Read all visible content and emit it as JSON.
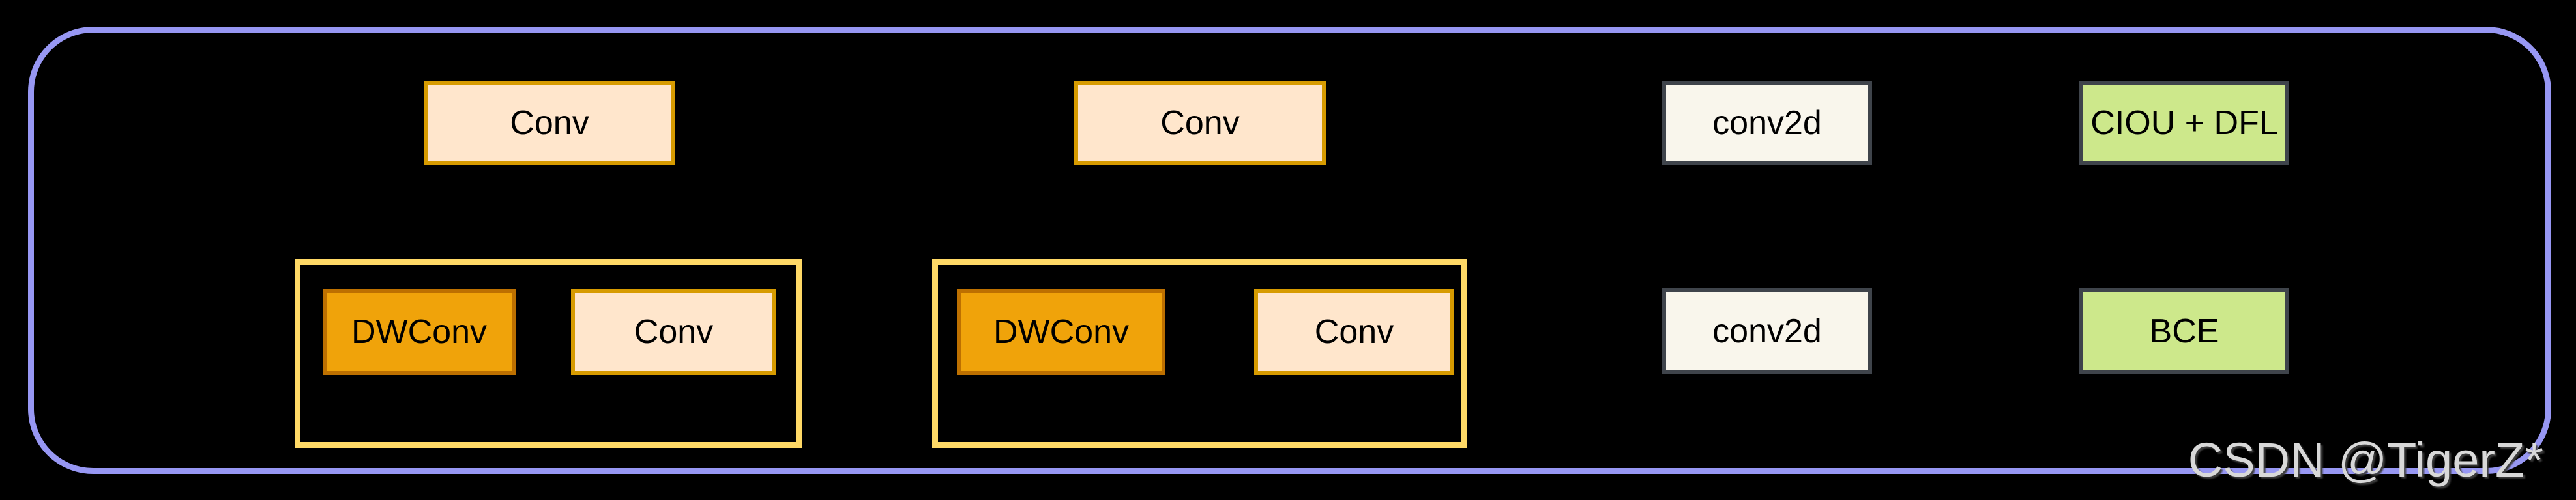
{
  "diagram": {
    "background_color": "#000000",
    "frame": {
      "stroke_color": "#9797f3"
    },
    "nodes": {
      "conv_top_1": "Conv",
      "conv_top_2": "Conv",
      "conv2d_top": "conv2d",
      "ciou_dfl": "CIOU + DFL",
      "dwconv_1": "DWConv",
      "conv_inner_1": "Conv",
      "dwconv_2": "DWConv",
      "conv_inner_2": "Conv",
      "conv2d_bottom": "conv2d",
      "bce": "BCE"
    },
    "colors": {
      "conv_fill": "#ffe6cc",
      "conv_stroke": "#d79b00",
      "dwconv_fill": "#f0a30a",
      "dwconv_stroke": "#bd7000",
      "plain_fill": "#f9f6ec",
      "plain_stroke": "#3f444b",
      "loss_fill": "#cde88b",
      "loss_stroke": "#3f444b",
      "group_stroke": "#ffd966",
      "frame_stroke": "#9797f3"
    },
    "watermark": {
      "text": "CSDN @TigerZ*",
      "color": "#d8d8d8"
    }
  }
}
